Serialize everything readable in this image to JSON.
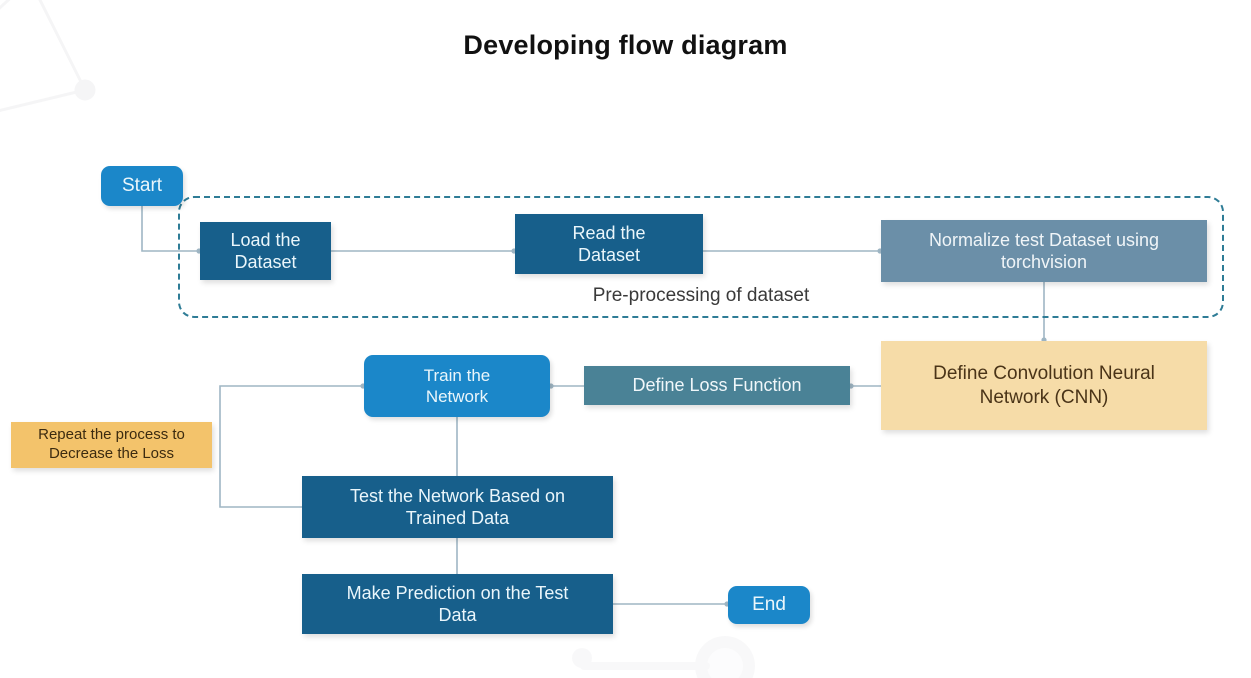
{
  "title": "Developing flow diagram",
  "group": {
    "label": "Pre-processing of dataset",
    "border_color": "#2e7c96"
  },
  "colors": {
    "dark_blue": "#175F8B",
    "blue": "#1B87C9",
    "steel_blue": "#6B8FA8",
    "teal": "#4A8296",
    "tan": "#F6DCA8",
    "amber": "#F3C36B",
    "connector": "#9fb6c4",
    "title_text": "#111111"
  },
  "nodes": {
    "start": "Start",
    "load_dataset": "Load the\nDataset",
    "load_dataset_line1": "Load the",
    "load_dataset_line2": "Dataset",
    "read_dataset_line1": "Read the",
    "read_dataset_line2": "Dataset",
    "normalize_line1": "Normalize test Dataset using",
    "normalize_line2": "torchvision",
    "cnn_line1": "Define Convolution Neural",
    "cnn_line2": "Network (CNN)",
    "loss": "Define Loss Function",
    "train_line1": "Train the",
    "train_line2": "Network",
    "repeat_line1": "Repeat the process to",
    "repeat_line2": "Decrease the Loss",
    "test_line1": "Test the Network Based on",
    "test_line2": "Trained Data",
    "predict_line1": "Make Prediction on the Test",
    "predict_line2": "Data",
    "end": "End"
  },
  "flow": {
    "edges": [
      "start -> load_dataset",
      "load_dataset -> read_dataset",
      "read_dataset -> normalize",
      "normalize -> cnn",
      "cnn -> loss",
      "loss -> train",
      "train -> test",
      "test -> train (repeat loop)",
      "test -> predict",
      "predict -> end"
    ]
  }
}
